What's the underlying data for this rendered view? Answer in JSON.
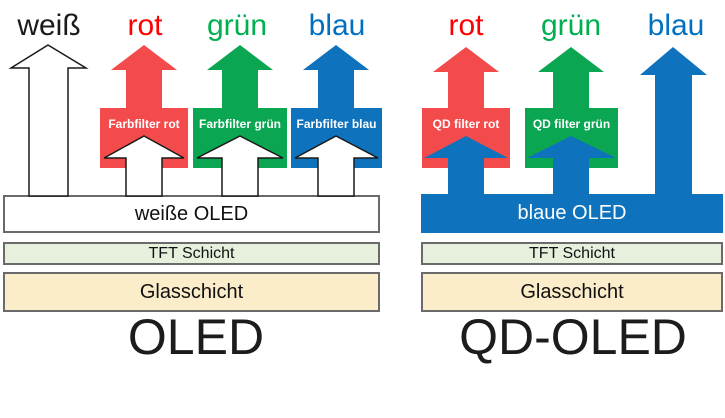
{
  "left_panel": {
    "title": "OLED",
    "arrow_labels": [
      "weiß",
      "rot",
      "grün",
      "blau"
    ],
    "filter_boxes": [
      "Farbfilter rot",
      "Farbfilter grün",
      "Farbfilter blau"
    ],
    "layers": [
      "weiße OLED",
      "TFT Schicht",
      "Glasschicht"
    ]
  },
  "right_panel": {
    "title": "QD-OLED",
    "arrow_labels": [
      "rot",
      "grün",
      "blau"
    ],
    "filter_boxes": [
      "QD filter rot",
      "QD filter grün"
    ],
    "layers": [
      "blaue OLED",
      "TFT Schicht",
      "Glasschicht"
    ]
  },
  "colors": {
    "red": "#f34b4c",
    "green": "#0aa651",
    "blue": "#0e72bd",
    "red_text": "#fe0000",
    "green_text": "#00b050",
    "blue_text": "#0070c0",
    "tft_fill": "#e6f0dd",
    "glass_fill": "#fbedca",
    "layer_border": "#6a6a6a"
  }
}
